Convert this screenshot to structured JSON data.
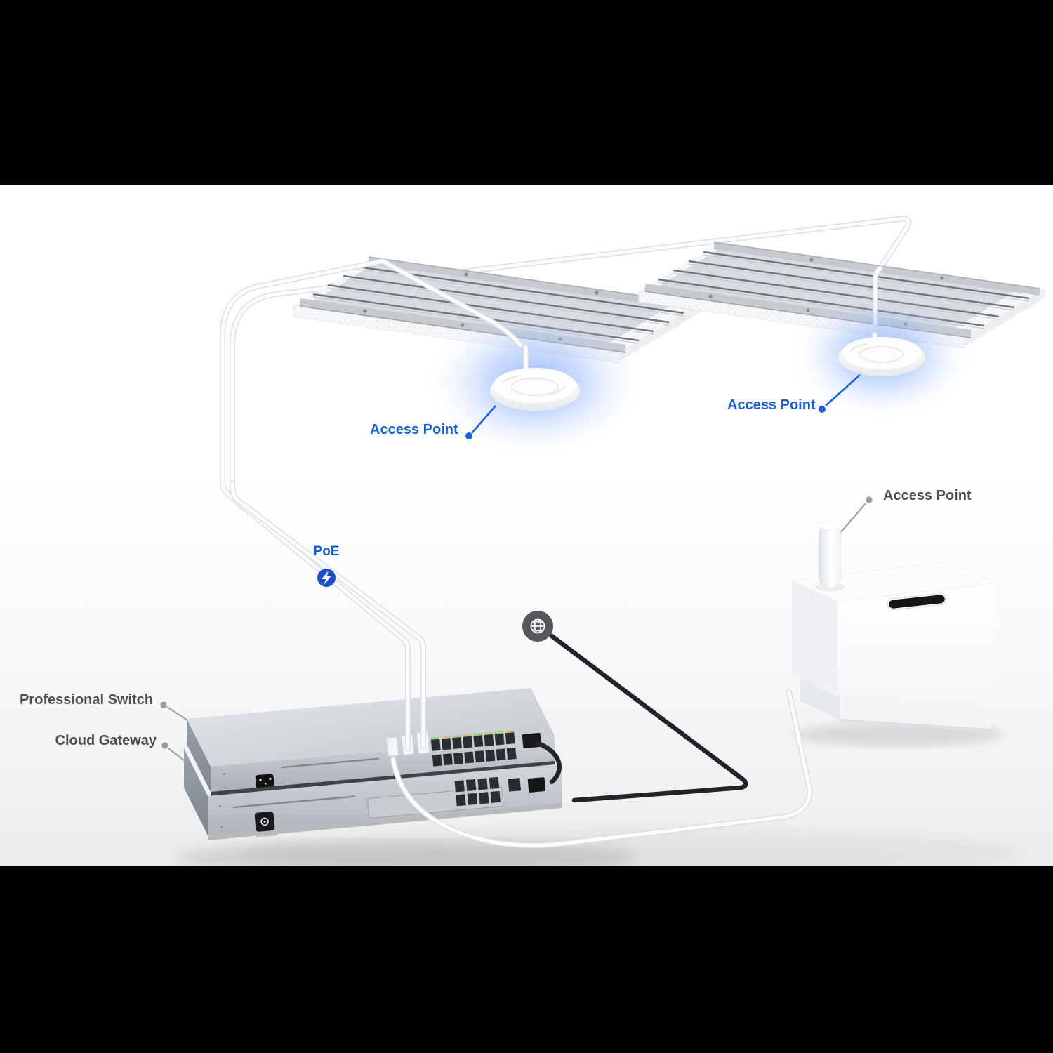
{
  "scene": {
    "letterbox_color": "#000000",
    "background_color": "#ffffff",
    "accent_blue": "#1c5fd3",
    "badge_blue": "#1e4fc4",
    "label_gray": "#4d4e50",
    "glow_blue": "#7fa7f7",
    "cable_white": "#fbfcfd",
    "cable_black": "#222427",
    "device_silver": "#c3c7cc"
  },
  "labels": {
    "access_point_ceiling_left": "Access Point",
    "access_point_ceiling_right": "Access Point",
    "access_point_wall": "Access Point",
    "poe": "PoE",
    "professional_switch": "Professional Switch",
    "cloud_gateway": "Cloud Gateway"
  },
  "icons": [
    {
      "name": "lightning-bolt-icon",
      "represents": "PoE power",
      "background": "#1e4fc4",
      "glyph_color": "#ffffff"
    },
    {
      "name": "globe-icon",
      "represents": "Internet uplink",
      "background": "#55575b",
      "glyph_color": "#ffffff"
    }
  ],
  "diagram": {
    "nodes": [
      {
        "id": "professional-switch",
        "label": "Professional Switch",
        "kind": "rack switch"
      },
      {
        "id": "cloud-gateway",
        "label": "Cloud Gateway",
        "kind": "rack gateway"
      },
      {
        "id": "access-point-ceiling-left",
        "label": "Access Point",
        "kind": "ceiling-mounted AP with blue glow"
      },
      {
        "id": "access-point-ceiling-right",
        "label": "Access Point",
        "kind": "ceiling-mounted AP with blue glow"
      },
      {
        "id": "access-point-wall",
        "label": "Access Point",
        "kind": "compact AP on white cabinet"
      },
      {
        "id": "internet",
        "label": "",
        "kind": "globe icon"
      }
    ],
    "connections": [
      {
        "from": "professional-switch",
        "to": "access-point-ceiling-left",
        "cable": "white ethernet",
        "note": "PoE"
      },
      {
        "from": "professional-switch",
        "to": "access-point-ceiling-right",
        "cable": "white ethernet",
        "note": "PoE"
      },
      {
        "from": "professional-switch",
        "to": "access-point-wall",
        "cable": "white ethernet"
      },
      {
        "from": "professional-switch",
        "to": "cloud-gateway",
        "cable": "black patch"
      },
      {
        "from": "cloud-gateway",
        "to": "internet",
        "cable": "black"
      }
    ]
  }
}
